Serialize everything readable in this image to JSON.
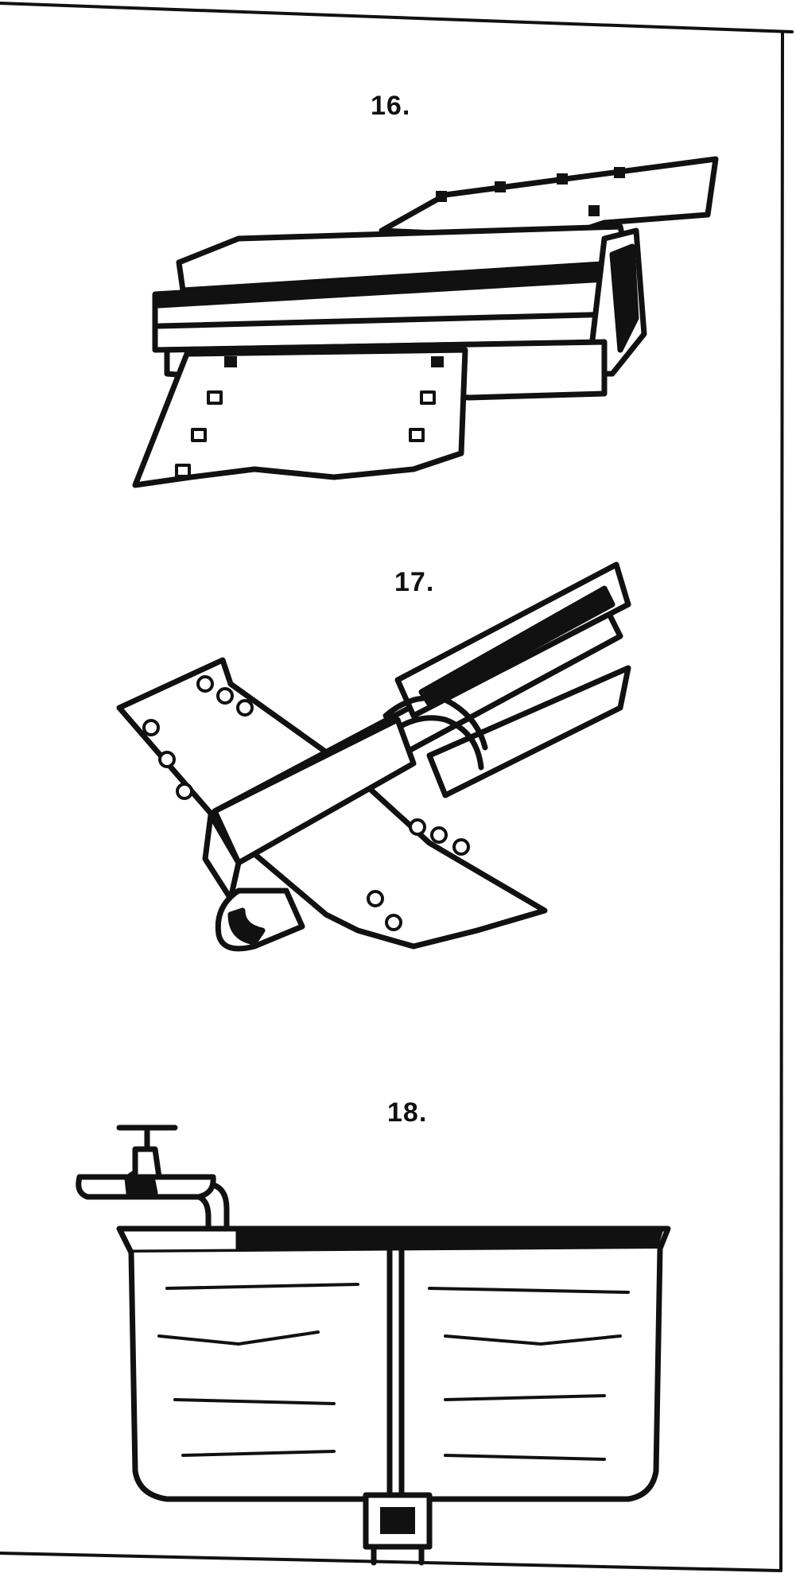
{
  "figures": [
    {
      "label": "16.",
      "icon": "film-in-squeegee-clamp"
    },
    {
      "label": "17.",
      "icon": "film-in-wooden-clip"
    },
    {
      "label": "18.",
      "icon": "film-washing-tank-with-tap"
    }
  ],
  "colors": {
    "ink": "#111111",
    "paper": "#ffffff"
  }
}
